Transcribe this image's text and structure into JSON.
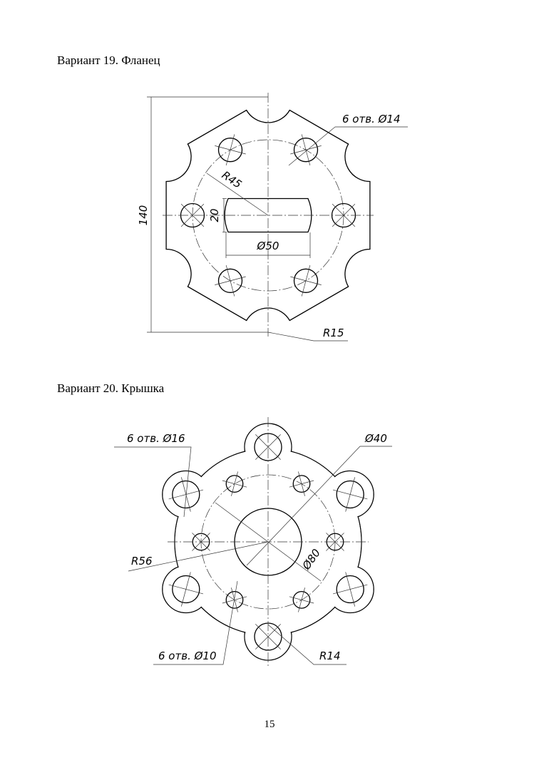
{
  "variant19": {
    "heading": "Вариант 19. Фланец",
    "dims": {
      "height": "140",
      "holes": "6 отв. Ø14",
      "bolt_radius": "R45",
      "slot_width": "20",
      "slot_diameter": "Ø50",
      "corner_radius": "R15"
    }
  },
  "variant20": {
    "heading": "Вариант 20. Крышка",
    "dims": {
      "lug_holes": "6 отв. Ø16",
      "center_hole": "Ø40",
      "outer_radius": "R56",
      "bolt_circle": "Ø80",
      "small_holes": "6 отв. Ø10",
      "lug_radius": "R14"
    }
  },
  "page_number": "15"
}
